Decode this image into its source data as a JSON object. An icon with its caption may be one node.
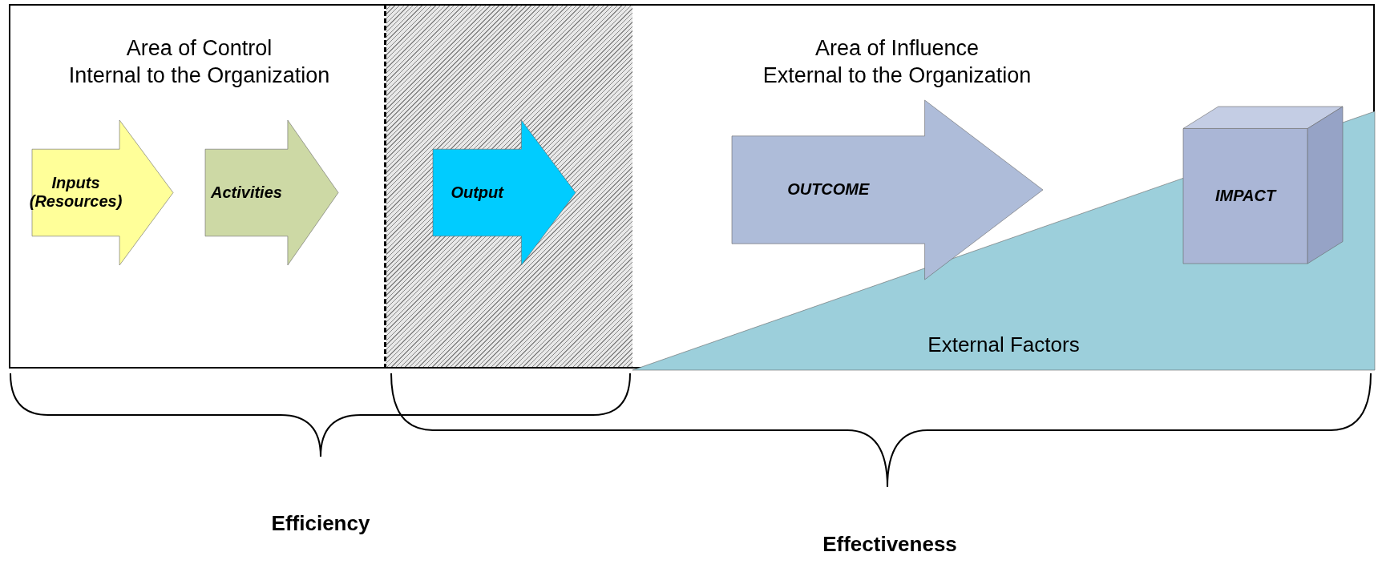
{
  "diagram": {
    "nodes": [
      {
        "text": [
          "Area of Control Internal to the Organization"
        ]
      },
      {
        "text": [
          "Inputs (Resources)"
        ],
        "in": 0
      },
      {
        "text": [
          "Activities"
        ],
        "in": 0
      },
      {
        "text": [],
        "shape": "box"
      },
      {
        "text": [
          "Output"
        ],
        "in": 3
      },
      {
        "text": [
          "Area of Influence External to the Organization"
        ]
      },
      {
        "text": [
          "OUTCOME"
        ],
        "in": 5
      },
      {
        "text": [
          "External Factors"
        ],
        "in": 5
      },
      {
        "text": [
          "IMPACT"
        ],
        "in": 7
      }
    ],
    "labels": [
      "Efficiency",
      "Effectiveness"
    ]
  }
}
